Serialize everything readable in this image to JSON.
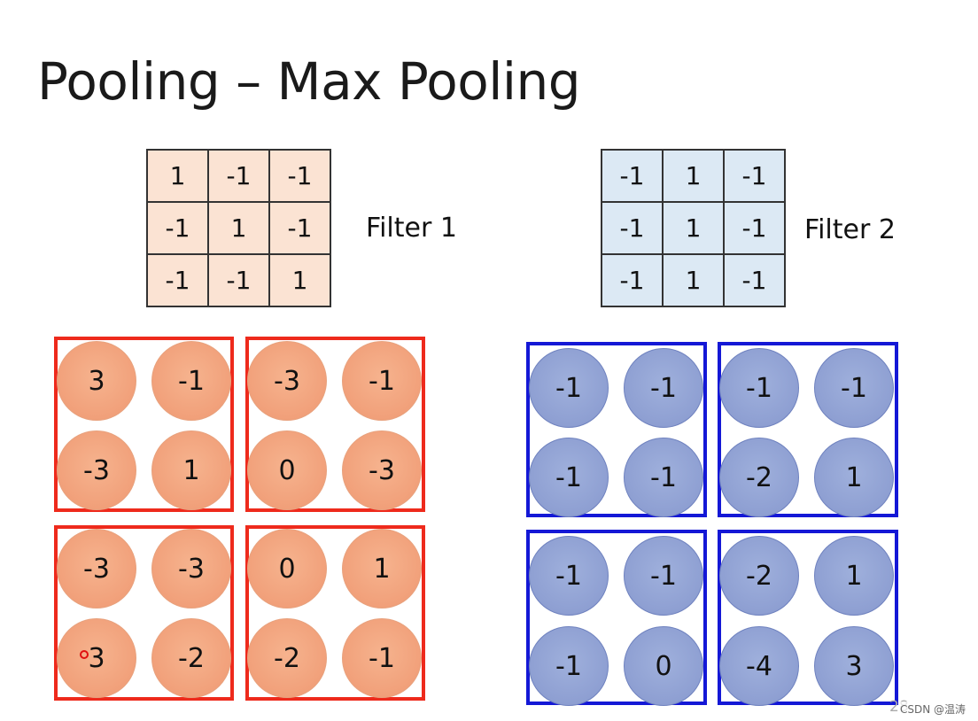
{
  "title": "Pooling – Max Pooling",
  "filter1": {
    "label": "Filter 1",
    "cells": [
      "1",
      "-1",
      "-1",
      "-1",
      "1",
      "-1",
      "-1",
      "-1",
      "1"
    ]
  },
  "filter2": {
    "label": "Filter 2",
    "cells": [
      "-1",
      "1",
      "-1",
      "-1",
      "1",
      "-1",
      "-1",
      "1",
      "-1"
    ]
  },
  "map1": [
    "3",
    "-1",
    "-3",
    "-1",
    "-3",
    "1",
    "0",
    "-3",
    "-3",
    "-3",
    "0",
    "1",
    "3",
    "-2",
    "-2",
    "-1"
  ],
  "map2": [
    "-1",
    "-1",
    "-1",
    "-1",
    "-1",
    "-1",
    "-2",
    "1",
    "-1",
    "-1",
    "-2",
    "1",
    "-1",
    "0",
    "-4",
    "3"
  ],
  "colors": {
    "red_box": "#ee2a1c",
    "blue_box": "#1418d6",
    "orange_circle": "#f1a07a",
    "blue_circle": "#8e9fd2",
    "filter1_fill": "#fbe3d3",
    "filter2_fill": "#dce9f4"
  },
  "page_number": "28",
  "watermark": "CSDN @温涛"
}
